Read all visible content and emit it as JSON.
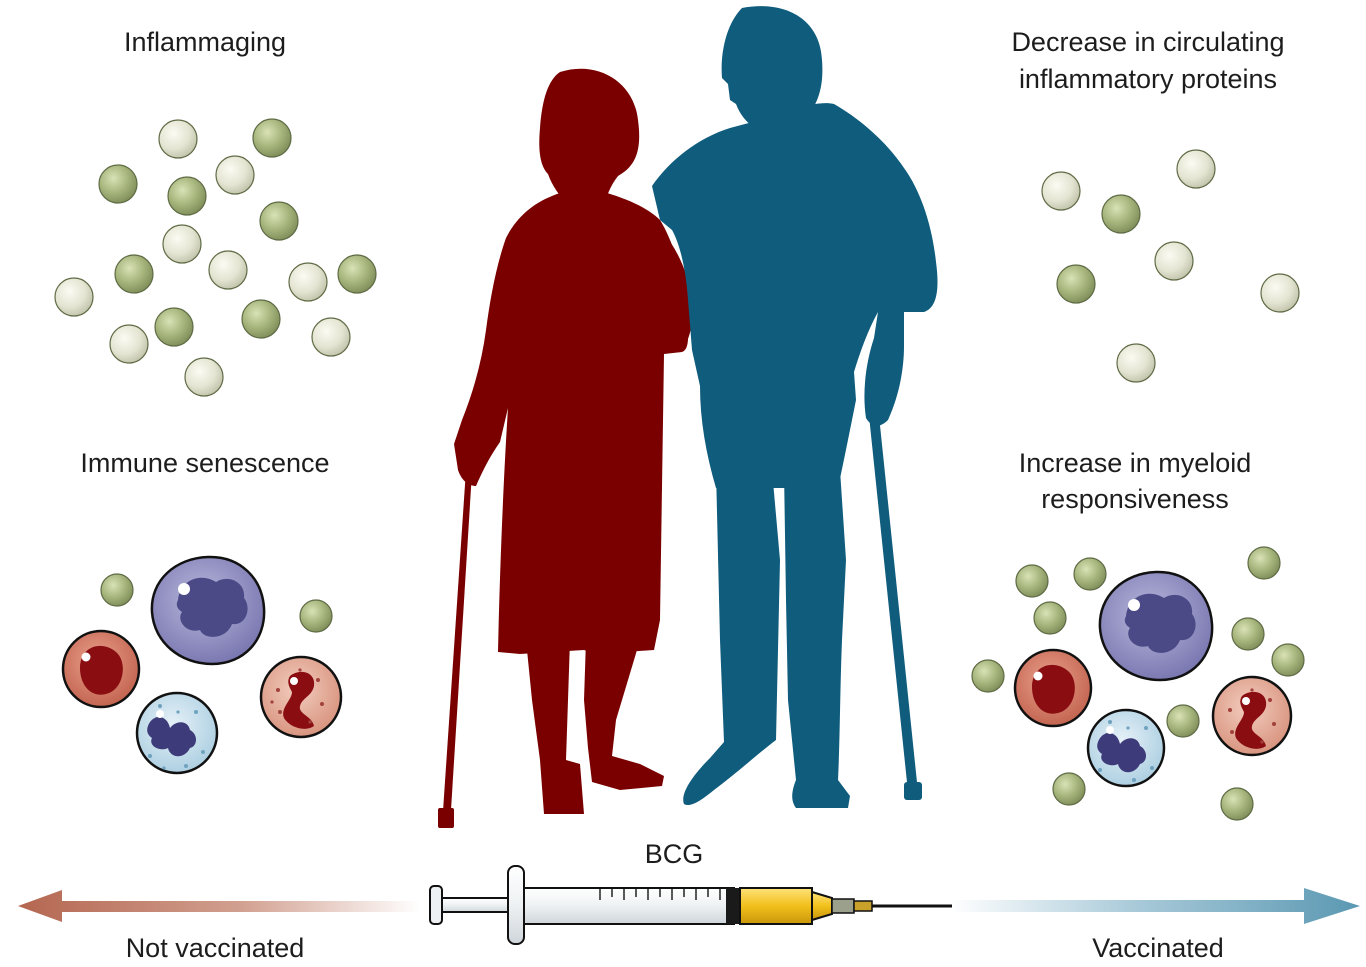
{
  "labels": {
    "inflammaging": "Inflammaging",
    "immune_senescence": "Immune senescence",
    "decrease_line1": "Decrease in circulating",
    "decrease_line2": "inflammatory proteins",
    "increase_line1": "Increase in myeloid",
    "increase_line2": "responsiveness",
    "bcg": "BCG",
    "not_vaccinated": "Not vaccinated",
    "vaccinated": "Vaccinated"
  },
  "colors": {
    "woman": "#7a0000",
    "man": "#0f5c7d",
    "protein_green": "#a6b57d",
    "protein_pale": "#e2e3d0",
    "arrow_left": "#b8705c",
    "arrow_right": "#5d9ab3",
    "syringe_liquid": "#f2c01b",
    "monocyte": "#7a78b2",
    "red_cell": "#c96a55",
    "neutrophil": "#bcd9e9",
    "eosinophil": "#e1a38f"
  }
}
